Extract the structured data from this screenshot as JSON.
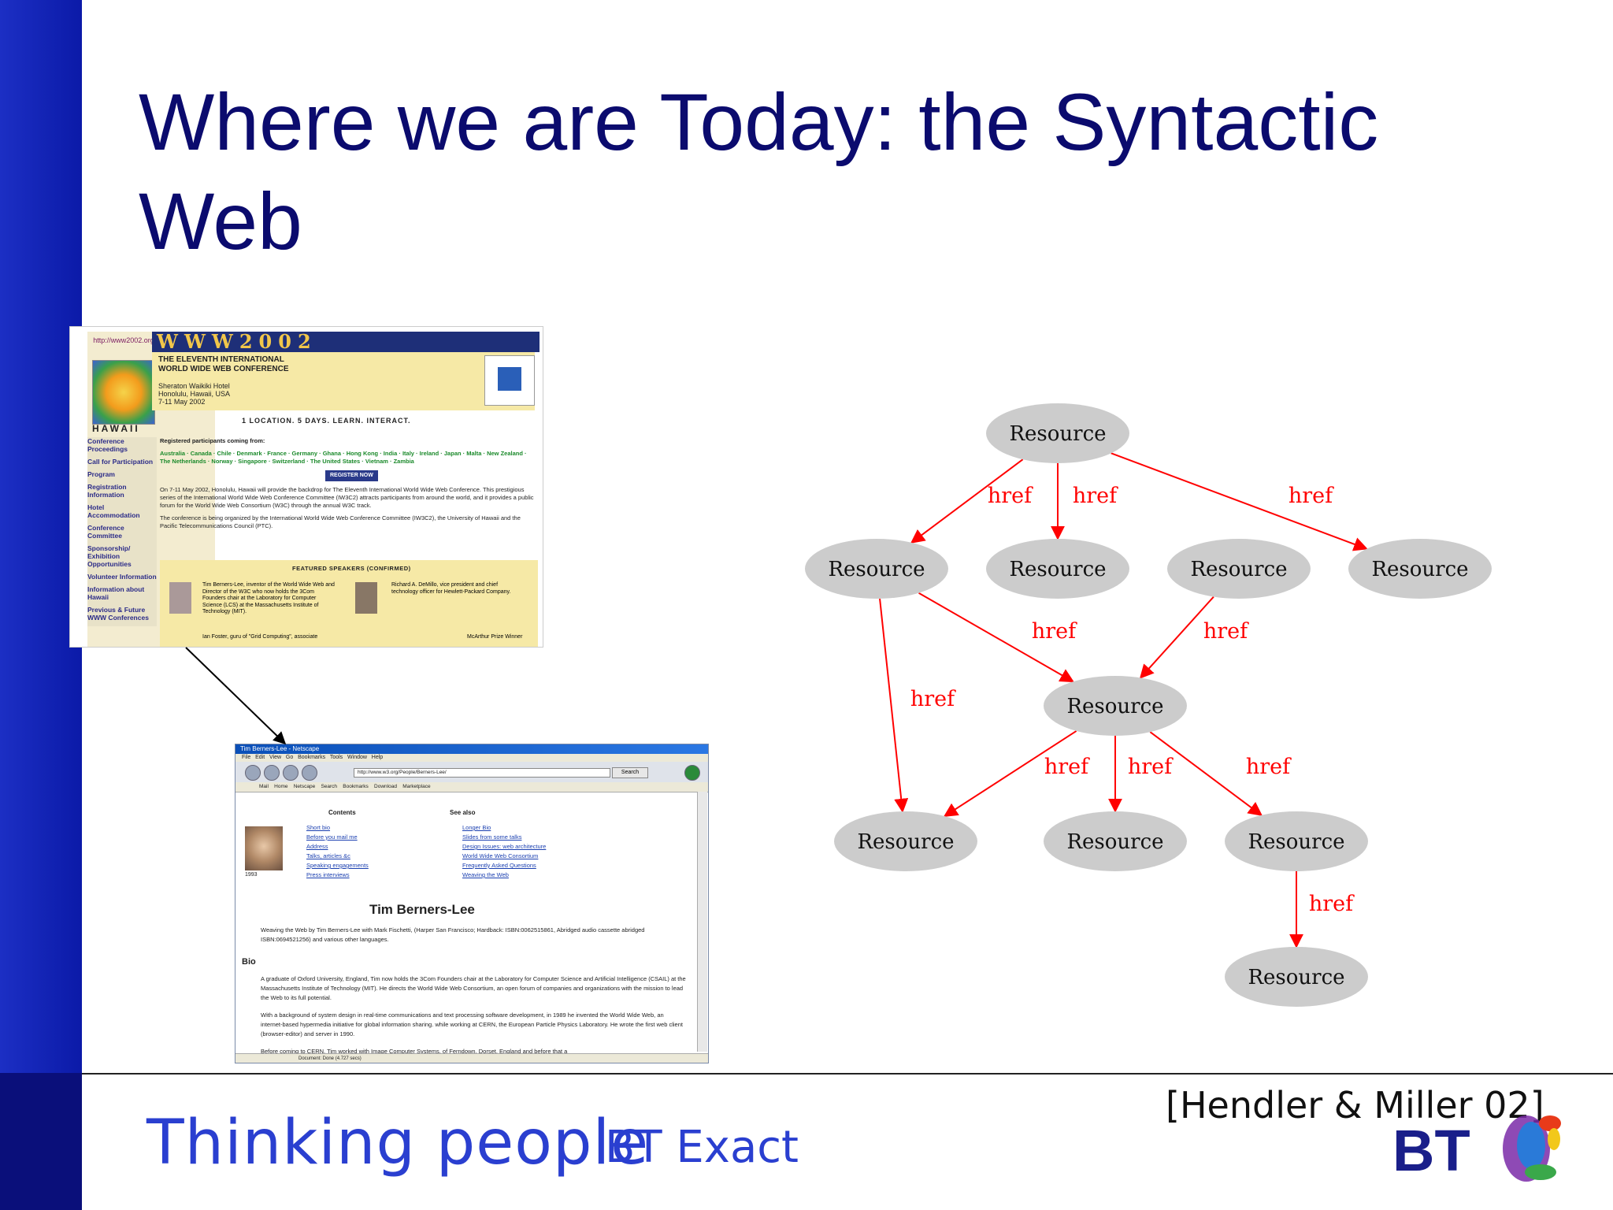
{
  "slide": {
    "title": "Where we are Today: the Syntactic Web",
    "footer_brand": "Thinking people",
    "footer_unit": "BT Exact",
    "citation": "[Hendler & Miller 02]",
    "colors": {
      "title": "#0b0b6e",
      "bar": "#1c2fc4",
      "brand": "#2a3fd0",
      "edge": "#ff0000",
      "node": "#cccccc"
    }
  },
  "www2002": {
    "url": "http://www2002.org",
    "banner": "WWW2002",
    "year_badge": "2002",
    "hawaii": "HAWAII",
    "conf_title_1": "THE ELEVENTH INTERNATIONAL",
    "conf_title_2": "WORLD WIDE WEB CONFERENCE",
    "venue_1": "Sheraton Waikiki Hotel",
    "venue_2": "Honolulu, Hawaii, USA",
    "venue_3": "7-11 May 2002",
    "tagline": "1 LOCATION. 5 DAYS. LEARN. INTERACT.",
    "nav": [
      "Conference Proceedings",
      "Call for Participation",
      "Program",
      "Registration Information",
      "Hotel Accommodation",
      "Conference Committee",
      "Sponsorship/ Exhibition Opportunities",
      "Volunteer Information",
      "Information about Hawaii",
      "Previous & Future WWW Conferences"
    ],
    "registered_heading": "Registered participants coming from:",
    "countries": "Australia · Canada · Chile · Denmark · France · Germany · Ghana · Hong Kong · India · Italy · Ireland · Japan · Malta · New Zealand · The Netherlands · Norway · Singapore · Switzerland · The United States · Vietnam · Zambia",
    "register_button": "REGISTER NOW",
    "intro": "On 7-11 May 2002, Honolulu, Hawaii will provide the backdrop for The Eleventh International World Wide Web Conference. This prestigious series of the International World Wide Web Conference Committee (IW3C2) attracts participants from around the world, and it provides a public forum for the World Wide Web Consortium (W3C) through the annual W3C track.",
    "organized": "The conference is being organized by the International World Wide Web Conference Committee (IW3C2), the University of Hawaii and the Pacific Telecommunications Council (PTC).",
    "speakers_heading": "FEATURED SPEAKERS (CONFIRMED)",
    "speaker1": "Tim Berners-Lee, inventor of the World Wide Web and Director of the W3C who now holds the 3Com Founders chair at the Laboratory for Computer Science (LCS) at the Massachusetts Institute of Technology (MIT).",
    "speaker2": "Richard A. DeMillo, vice president and chief technology officer for Hewlett-Packard Company.",
    "speaker3": "Ian Foster, guru of \"Grid Computing\", associate",
    "speaker4": "McArthur Prize Winner"
  },
  "netscape": {
    "window_title": "Tim Berners-Lee - Netscape",
    "menu": [
      "File",
      "Edit",
      "View",
      "Go",
      "Bookmarks",
      "Tools",
      "Window",
      "Help"
    ],
    "address": "http://www.w3.org/People/Berners-Lee/",
    "search_button": "Search",
    "bookmarks_bar": [
      "Mail",
      "Home",
      "Netscape",
      "Search",
      "Bookmarks",
      "Download",
      "Marketplace"
    ],
    "contents_heading": "Contents",
    "seealso_heading": "See also",
    "year": "1993",
    "contents_links": [
      "Short bio",
      "Before you mail me",
      "Address",
      "Talks, articles &c",
      "Speaking engagements",
      "Press interviews"
    ],
    "seealso_links": [
      "Longer Bio",
      "Slides from some talks",
      "Design Issues: web architecture",
      "World Wide Web Consortium",
      "Frequently Asked Questions",
      "Weaving the Web"
    ],
    "page_title": "Tim Berners-Lee",
    "book_line": "Weaving the Web by Tim Berners-Lee with Mark Fischetti, (Harper San Francisco; Hardback: ISBN:0062515861, Abridged audio cassette abridged ISBN:0694521256) and various other languages.",
    "bio_heading": "Bio",
    "bio_1": "A graduate of Oxford University, England, Tim now holds the 3Com Founders chair at the Laboratory for Computer Science and Artificial Intelligence (CSAIL) at the Massachusetts Institute of Technology (MIT). He directs the World Wide Web Consortium, an open forum of companies and organizations with the mission to lead the Web to its full potential.",
    "bio_2": "With a background of system design in real-time communications and text processing software development, in 1989 he invented the World Wide Web, an internet-based hypermedia initiative for global information sharing. while working at CERN, the European Particle Physics Laboratory. He wrote the first web client (browser-editor) and server in 1990.",
    "bio_3": "Before coming to CERN, Tim worked with Image Computer Systems, of Ferndown, Dorset, England and before that a",
    "status": "Document: Done (4.727 secs)"
  },
  "graph": {
    "node_label": "Resource",
    "edge_label": "href",
    "nodes": [
      {
        "id": "n0",
        "label": "Resource"
      },
      {
        "id": "n1",
        "label": "Resource"
      },
      {
        "id": "n2",
        "label": "Resource"
      },
      {
        "id": "n3",
        "label": "Resource"
      },
      {
        "id": "n4",
        "label": "Resource"
      },
      {
        "id": "n5",
        "label": "Resource"
      },
      {
        "id": "n6",
        "label": "Resource"
      },
      {
        "id": "n7",
        "label": "Resource"
      },
      {
        "id": "n8",
        "label": "Resource"
      },
      {
        "id": "n9",
        "label": "Resource"
      }
    ],
    "edges": [
      {
        "from": "n0",
        "to": "n1",
        "label": "href"
      },
      {
        "from": "n0",
        "to": "n2",
        "label": "href"
      },
      {
        "from": "n0",
        "to": "n4",
        "label": "href"
      },
      {
        "from": "n1",
        "to": "n5",
        "label": "href"
      },
      {
        "from": "n1",
        "to": "n6",
        "label": "href"
      },
      {
        "from": "n3",
        "to": "n5",
        "label": "href"
      },
      {
        "from": "n5",
        "to": "n6",
        "label": "href"
      },
      {
        "from": "n5",
        "to": "n7",
        "label": "href"
      },
      {
        "from": "n5",
        "to": "n8",
        "label": "href"
      },
      {
        "from": "n8",
        "to": "n9",
        "label": "href"
      }
    ]
  }
}
